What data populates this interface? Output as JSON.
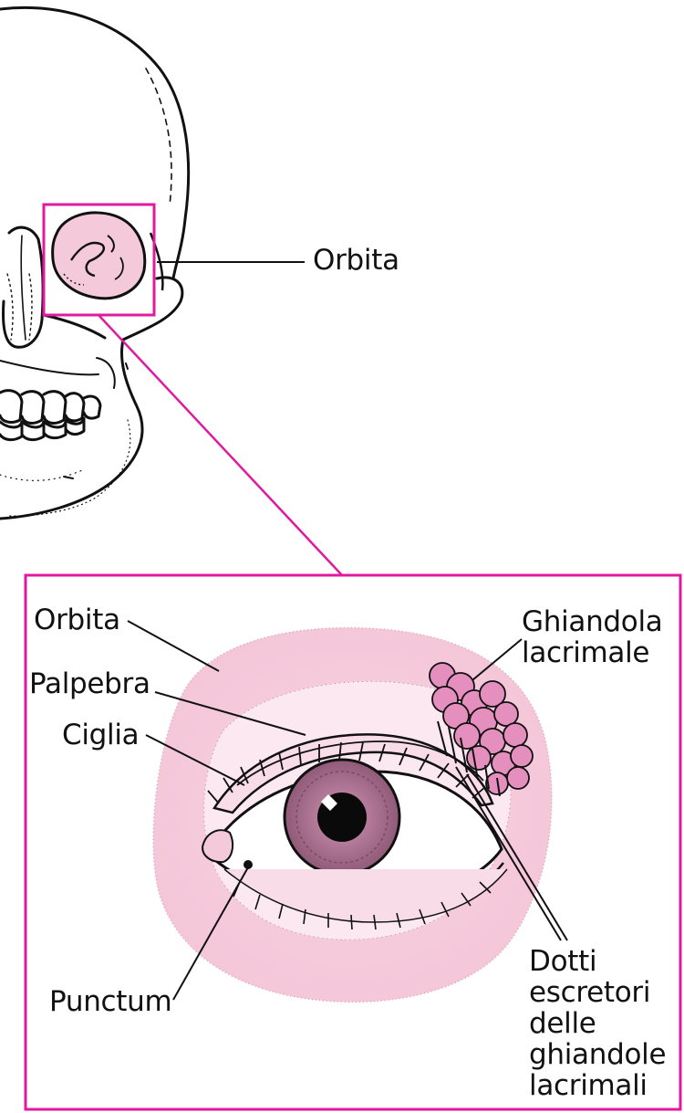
{
  "labels": {
    "skull_orbit": "Orbita",
    "orbit": "Orbita",
    "eyelid": "Palpebra",
    "eyelashes": "Ciglia",
    "punctum": "Punctum",
    "lacrimal_gland": [
      "Ghiandola",
      "lacrimale"
    ],
    "ducts": [
      "Dotti",
      "escretori",
      "delle",
      "ghiandole",
      "lacrimali"
    ]
  },
  "colors": {
    "accent": "#e0199f",
    "tissue": "#f9dbe8",
    "gland": "#e48fbe",
    "iris": "#c494ad",
    "line": "#111111"
  },
  "icons": [
    "skull-illustration",
    "eye-illustration",
    "lacrimal-gland-illustration"
  ]
}
